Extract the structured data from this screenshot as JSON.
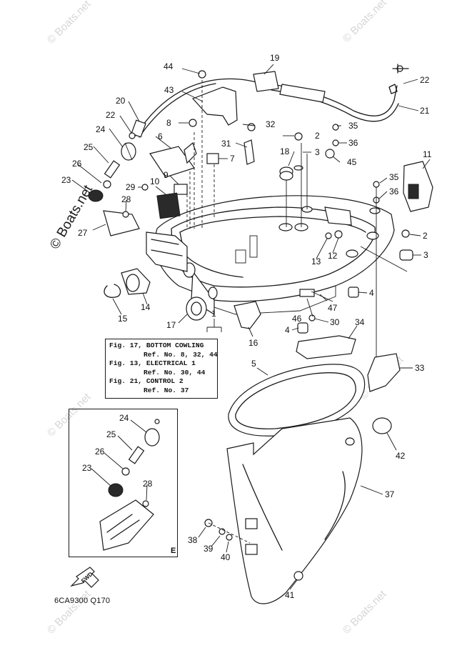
{
  "diagram": {
    "drawing_code": "6CA9300 Q170",
    "fwd_label": "FWD",
    "inset_label": "E",
    "watermark": "© Boats.net",
    "references": [
      {
        "fig": "Fig. 17, BOTTOM COWLING",
        "refno": "Ref. No. 8, 32, 44"
      },
      {
        "fig": "Fig. 13, ELECTRICAL 1",
        "refno": "Ref. No. 30, 44"
      },
      {
        "fig": "Fig. 21, CONTROL 2",
        "refno": "Ref. No. 37"
      }
    ],
    "callouts": {
      "c1": "1",
      "c2a": "2",
      "c2b": "2",
      "c3a": "3",
      "c3b": "3",
      "c4a": "4",
      "c4b": "4",
      "c5": "5",
      "c6": "6",
      "c7": "7",
      "c8": "8",
      "c9": "9",
      "c10": "10",
      "c11": "11",
      "c12": "12",
      "c13": "13",
      "c14": "14",
      "c15": "15",
      "c16": "16",
      "c17": "17",
      "c18": "18",
      "c19": "19",
      "c20": "20",
      "c21": "21",
      "c22a": "22",
      "c22b": "22",
      "c23": "23",
      "c24": "24",
      "c25": "25",
      "c26": "26",
      "c27": "27",
      "c28": "28",
      "c29": "29",
      "c30": "30",
      "c31": "31",
      "c32": "32",
      "c33": "33",
      "c34": "34",
      "c35a": "35",
      "c35b": "35",
      "c36a": "36",
      "c36b": "36",
      "c37": "37",
      "c38": "38",
      "c39": "39",
      "c40": "40",
      "c41": "41",
      "c42": "42",
      "c43": "43",
      "c44": "44",
      "c45": "45",
      "c46": "46",
      "c47": "47",
      "e23": "23",
      "e24": "24",
      "e25": "25",
      "e26": "26",
      "e28": "28"
    }
  }
}
